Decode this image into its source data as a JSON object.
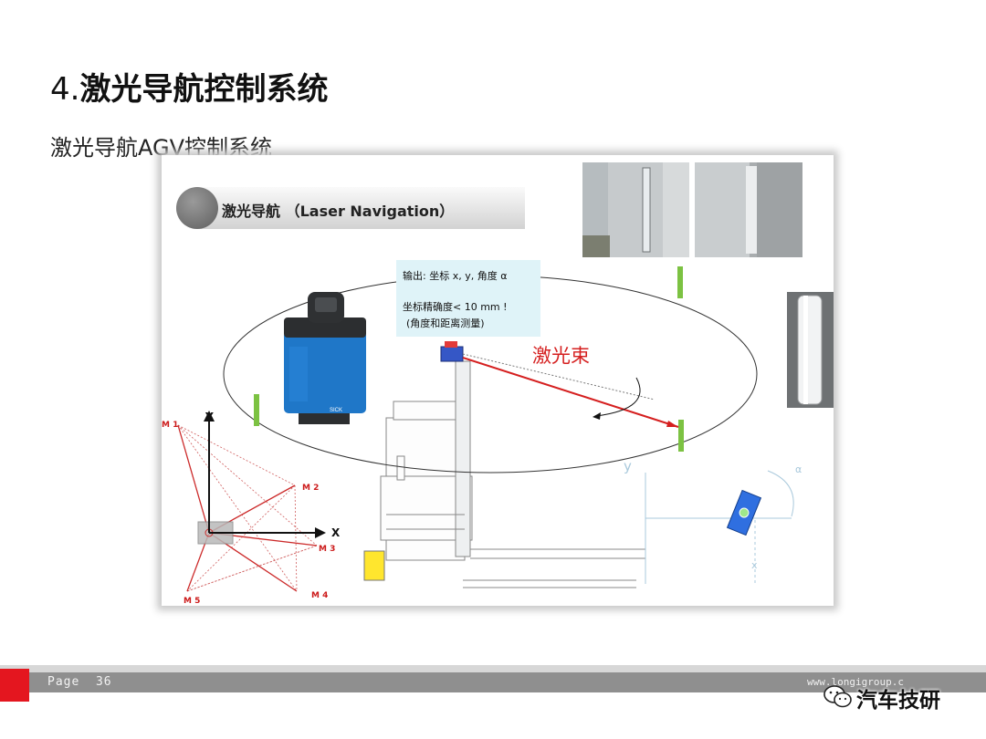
{
  "slide": {
    "title_number": "4.",
    "title_text": "激光导航控制系统",
    "subtitle": "激光导航AGV控制系统"
  },
  "figure": {
    "banner_text": "激光导航 （Laser Navigation）",
    "info_output": "输出: 坐标 x, y, 角度 α",
    "info_precision": "坐标精确度< 10 mm !",
    "info_note": "(角度和距离测量)",
    "beam_label": "激光束",
    "axis_x": "X",
    "axis_y": "Y",
    "markers": [
      "M 1",
      "M 2",
      "M 3",
      "M 4",
      "M 5"
    ],
    "scanner_brand": "SICK",
    "faint_y": "y",
    "faint_x": "x",
    "faint_alpha": "α"
  },
  "footer": {
    "page_label": "Page",
    "page_number": "36",
    "url": "www.longigroup.c"
  },
  "watermark": {
    "text": "汽车技研"
  },
  "colors": {
    "accent_red": "#e4161f",
    "beam_red": "#d51f1f",
    "reflector_green": "#7cc242",
    "scanner_blue": "#1f77c8",
    "footer_gray": "#8f8f8f"
  }
}
